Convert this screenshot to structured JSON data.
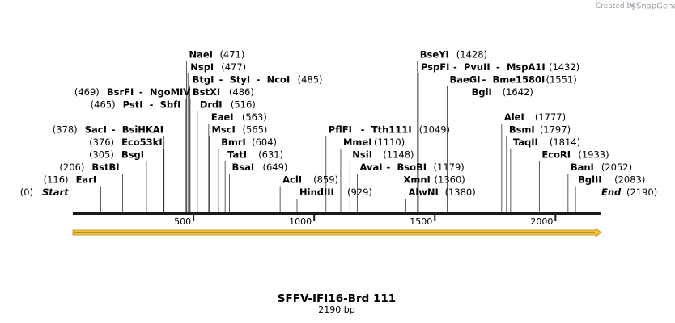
{
  "credit": {
    "created_by": "Created by",
    "brand": "SnapGene"
  },
  "title": "SFFV-IFI16-Brd 111",
  "length_label": "2190 bp",
  "sequence_length": 2190,
  "feature": {
    "name": "",
    "start": 1,
    "end": 2190,
    "color": "#f5c242",
    "direction": "forward"
  },
  "ticks": [
    {
      "pos": 500,
      "label": "500"
    },
    {
      "pos": 1000,
      "label": "1000"
    },
    {
      "pos": 1500,
      "label": "1500"
    },
    {
      "pos": 2000,
      "label": "2000"
    }
  ],
  "sites": [
    {
      "id": "start",
      "side": "left",
      "pos_label": "(0)",
      "names": [
        "Start"
      ],
      "italic": true,
      "pos": 0,
      "row": 0
    },
    {
      "id": "eari",
      "side": "left",
      "pos_label": "(116)",
      "names": [
        "EarI"
      ],
      "pos": 116,
      "row": 1
    },
    {
      "id": "bstbi",
      "side": "left",
      "pos_label": "(206)",
      "names": [
        "BstBI"
      ],
      "pos": 206,
      "row": 2
    },
    {
      "id": "bsgi",
      "side": "left",
      "pos_label": "(305)",
      "names": [
        "BsgI"
      ],
      "pos": 305,
      "row": 3
    },
    {
      "id": "eco53ki",
      "side": "left",
      "pos_label": "(376)",
      "names": [
        "Eco53kI"
      ],
      "pos": 376,
      "row": 4
    },
    {
      "id": "saci",
      "side": "left",
      "pos_label": "(378)",
      "names": [
        "SacI",
        "BsiHKAI"
      ],
      "pos": 378,
      "row": 5
    },
    {
      "id": "psti",
      "side": "left",
      "pos_label": "(465)",
      "names": [
        "PstI",
        "SbfI"
      ],
      "pos": 465,
      "row": 7
    },
    {
      "id": "bsrfi",
      "side": "left",
      "pos_label": "(469)",
      "names": [
        "BsrFI",
        "NgoMIV"
      ],
      "pos": 469,
      "row": 8
    },
    {
      "id": "naei",
      "side": "right",
      "pos_label": "(471)",
      "names": [
        "NaeI"
      ],
      "pos": 471,
      "row": 11
    },
    {
      "id": "nspi",
      "side": "right",
      "pos_label": "(477)",
      "names": [
        "NspI"
      ],
      "pos": 477,
      "row": 10
    },
    {
      "id": "btgi",
      "side": "right",
      "pos_label": "(485)",
      "names": [
        "BtgI",
        "StyI",
        "NcoI"
      ],
      "pos": 485,
      "row": 9
    },
    {
      "id": "bstxi",
      "side": "right",
      "pos_label": "(486)",
      "names": [
        "BstXI"
      ],
      "pos": 486,
      "row": 8
    },
    {
      "id": "drdi",
      "side": "right",
      "pos_label": "(516)",
      "names": [
        "DrdI"
      ],
      "pos": 516,
      "row": 7
    },
    {
      "id": "eaei",
      "side": "right",
      "pos_label": "(563)",
      "names": [
        "EaeI"
      ],
      "pos": 563,
      "row": 6
    },
    {
      "id": "msci",
      "side": "right",
      "pos_label": "(565)",
      "names": [
        "MscI"
      ],
      "pos": 565,
      "row": 5
    },
    {
      "id": "bmri",
      "side": "right",
      "pos_label": "(604)",
      "names": [
        "BmrI"
      ],
      "pos": 604,
      "row": 4
    },
    {
      "id": "tati",
      "side": "right",
      "pos_label": "(631)",
      "names": [
        "TatI"
      ],
      "pos": 631,
      "row": 3
    },
    {
      "id": "bsai",
      "side": "right",
      "pos_label": "(649)",
      "names": [
        "BsaI"
      ],
      "pos": 649,
      "row": 2
    },
    {
      "id": "acli",
      "side": "right",
      "pos_label": "(859)",
      "names": [
        "AclI"
      ],
      "pos": 859,
      "row": 1
    },
    {
      "id": "hindiii",
      "side": "right",
      "pos_label": "(929)",
      "names": [
        "HindIII"
      ],
      "pos": 929,
      "row": 0
    },
    {
      "id": "pflfi",
      "side": "right",
      "pos_label": "(1049)",
      "names": [
        "PflFI",
        "Tth111I"
      ],
      "pos": 1049,
      "row": 5
    },
    {
      "id": "mmei",
      "side": "right",
      "pos_label": "(1110)",
      "names": [
        "MmeI"
      ],
      "pos": 1110,
      "row": 4
    },
    {
      "id": "nsii",
      "side": "right",
      "pos_label": "(1148)",
      "names": [
        "NsiI"
      ],
      "pos": 1148,
      "row": 3
    },
    {
      "id": "avai",
      "side": "right",
      "pos_label": "(1179)",
      "names": [
        "AvaI",
        "BsoBI"
      ],
      "pos": 1179,
      "row": 2
    },
    {
      "id": "xmni",
      "side": "right",
      "pos_label": "(1360)",
      "names": [
        "XmnI"
      ],
      "pos": 1360,
      "row": 1
    },
    {
      "id": "alwni",
      "side": "right",
      "pos_label": "(1380)",
      "names": [
        "AlwNI"
      ],
      "pos": 1380,
      "row": 0
    },
    {
      "id": "bseyi",
      "side": "right",
      "pos_label": "(1428)",
      "names": [
        "BseYI"
      ],
      "pos": 1428,
      "row": 11
    },
    {
      "id": "pspfi",
      "side": "right",
      "pos_label": "(1432)",
      "names": [
        "PspFI",
        "PvuII",
        "MspA1I"
      ],
      "pos": 1432,
      "row": 10
    },
    {
      "id": "baegi",
      "side": "right",
      "pos_label": "(1551)",
      "names": [
        "BaeGI",
        "Bme1580I"
      ],
      "pos": 1551,
      "row": 9
    },
    {
      "id": "bgli",
      "side": "right",
      "pos_label": "(1642)",
      "names": [
        "BglI"
      ],
      "pos": 1642,
      "row": 8
    },
    {
      "id": "alei",
      "side": "right",
      "pos_label": "(1777)",
      "names": [
        "AleI"
      ],
      "pos": 1777,
      "row": 6
    },
    {
      "id": "bsmi",
      "side": "right",
      "pos_label": "(1797)",
      "names": [
        "BsmI"
      ],
      "pos": 1797,
      "row": 5
    },
    {
      "id": "taqii",
      "side": "right",
      "pos_label": "(1814)",
      "names": [
        "TaqII"
      ],
      "pos": 1814,
      "row": 4
    },
    {
      "id": "ecori",
      "side": "right",
      "pos_label": "(1933)",
      "names": [
        "EcoRI"
      ],
      "pos": 1933,
      "row": 3
    },
    {
      "id": "bani",
      "side": "right",
      "pos_label": "(2052)",
      "names": [
        "BanI"
      ],
      "pos": 2052,
      "row": 2
    },
    {
      "id": "bglii",
      "side": "right",
      "pos_label": "(2083)",
      "names": [
        "BglII"
      ],
      "pos": 2083,
      "row": 1
    },
    {
      "id": "end",
      "side": "right",
      "pos_label": "(2190)",
      "names": [
        "End"
      ],
      "italic": true,
      "pos": 2190,
      "row": 0
    }
  ]
}
